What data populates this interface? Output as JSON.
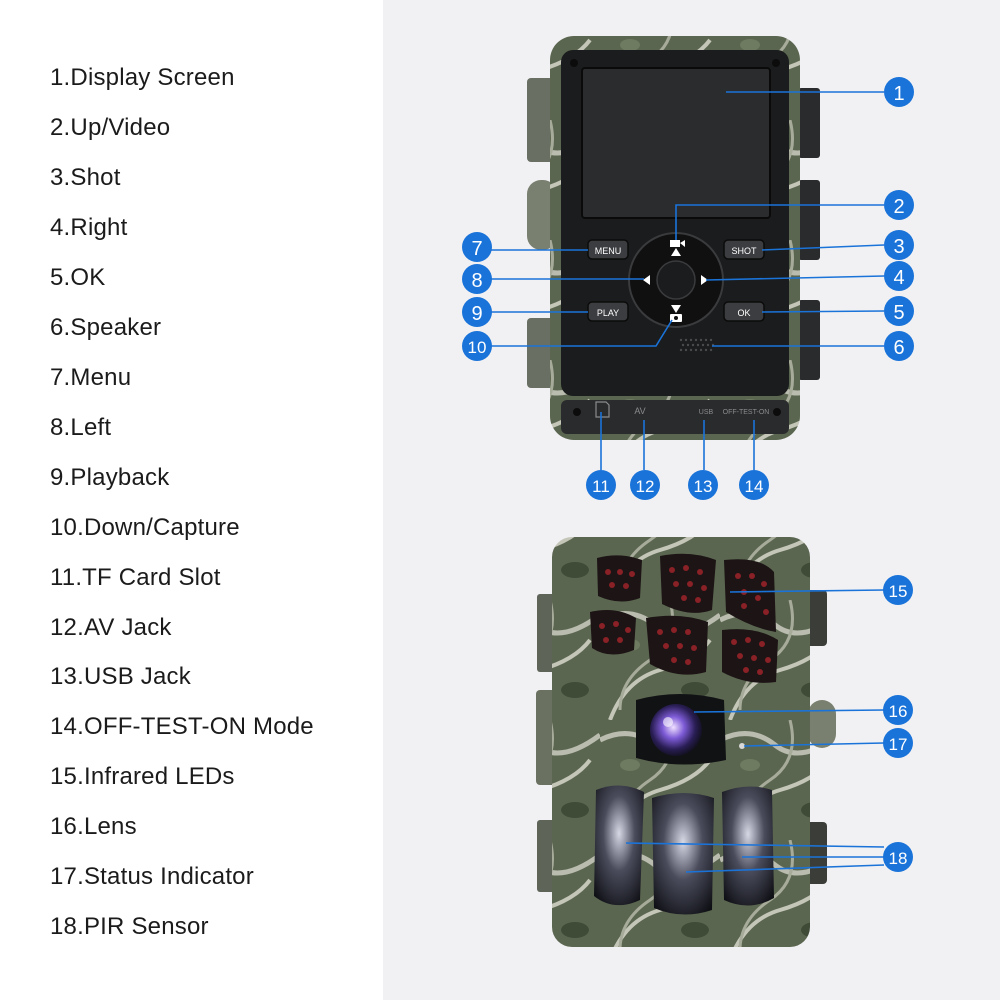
{
  "legend": [
    {
      "num": "1",
      "text": "1.Display Screen"
    },
    {
      "num": "2",
      "text": "2.Up/Video"
    },
    {
      "num": "3",
      "text": "3.Shot"
    },
    {
      "num": "4",
      "text": "4.Right"
    },
    {
      "num": "5",
      "text": "5.OK"
    },
    {
      "num": "6",
      "text": "6.Speaker"
    },
    {
      "num": "7",
      "text": "7.Menu"
    },
    {
      "num": "8",
      "text": "8.Left"
    },
    {
      "num": "9",
      "text": "9.Playback"
    },
    {
      "num": "10",
      "text": "10.Down/Capture"
    },
    {
      "num": "11",
      "text": "11.TF Card Slot"
    },
    {
      "num": "12",
      "text": "12.AV Jack"
    },
    {
      "num": "13",
      "text": "13.USB Jack"
    },
    {
      "num": "14",
      "text": "14.OFF-TEST-ON Mode"
    },
    {
      "num": "15",
      "text": "15.Infrared LEDs"
    },
    {
      "num": "16",
      "text": "16.Lens"
    },
    {
      "num": "17",
      "text": "17.Status Indicator"
    },
    {
      "num": "18",
      "text": "18.PIR Sensor"
    }
  ],
  "buttons": {
    "menu": "MENU",
    "shot": "SHOT",
    "play": "PLAY",
    "ok": "OK"
  },
  "port_labels": {
    "av": "AV",
    "usb": "USB",
    "mode": "OFF-TEST-ON"
  },
  "colors": {
    "callout_blue": "#1a73d9",
    "camo_green": "#5f6b52",
    "camera_body": "#1e1f20",
    "screen": "#2b2c2e"
  }
}
